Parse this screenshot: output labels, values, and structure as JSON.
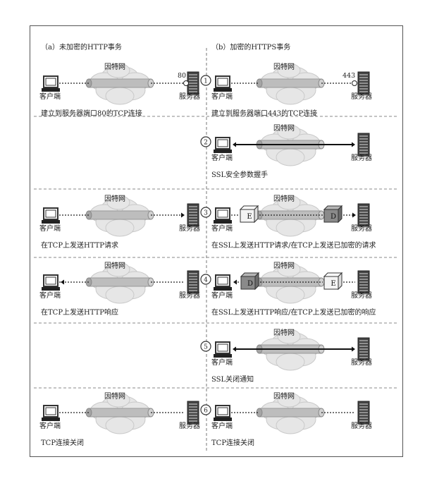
{
  "left_panel": {
    "heading": "（a）未加密的HTTP事务",
    "rows": [
      {
        "label": "客户端",
        "server": "服务器",
        "internet": "因特网",
        "port": "80",
        "caption": "建立到服务器端口80的TCP连接"
      },
      {
        "caption": ""
      },
      {
        "label": "客户端",
        "server": "服务器",
        "internet": "因特网",
        "caption": "在TCP上发送HTTP请求"
      },
      {
        "label": "客户端",
        "server": "服务器",
        "internet": "因特网",
        "caption": "在TCP上发送HTTP响应"
      },
      {
        "caption": ""
      },
      {
        "label": "客户端",
        "server": "服务器",
        "internet": "因特网",
        "caption": "TCP连接关闭"
      }
    ]
  },
  "right_panel": {
    "heading": "（b）加密的HTTPS事务",
    "rows": [
      {
        "step": "1",
        "label": "客户端",
        "server": "服务器",
        "internet": "因特网",
        "port": "443",
        "caption": "建立到服务器端口443的TCP连接"
      },
      {
        "step": "2",
        "label": "客户端",
        "server": "服务器",
        "internet": "因特网",
        "caption": "SSL安全参数握手"
      },
      {
        "step": "3",
        "label": "客户端",
        "server": "服务器",
        "internet": "因特网",
        "enc": "E",
        "dec": "D",
        "caption": "在SSL上发送HTTP请求/在TCP上发送已加密的请求"
      },
      {
        "step": "4",
        "label": "客户端",
        "server": "服务器",
        "internet": "因特网",
        "enc": "E",
        "dec": "D",
        "caption": "在SSL上发送HTTP响应/在TCP上发送已加密的响应"
      },
      {
        "step": "5",
        "label": "客户端",
        "server": "服务器",
        "internet": "因特网",
        "caption": "SSL关闭通知"
      },
      {
        "step": "6",
        "label": "客户端",
        "server": "服务器",
        "internet": "因特网",
        "caption": "TCP连接关闭"
      }
    ]
  },
  "colors": {
    "line": "#333333",
    "cloud": "#e6e6e6",
    "tube": "#bdbdbd",
    "box_light": "#f4f4f4",
    "box_dark": "#8a8a8a"
  }
}
